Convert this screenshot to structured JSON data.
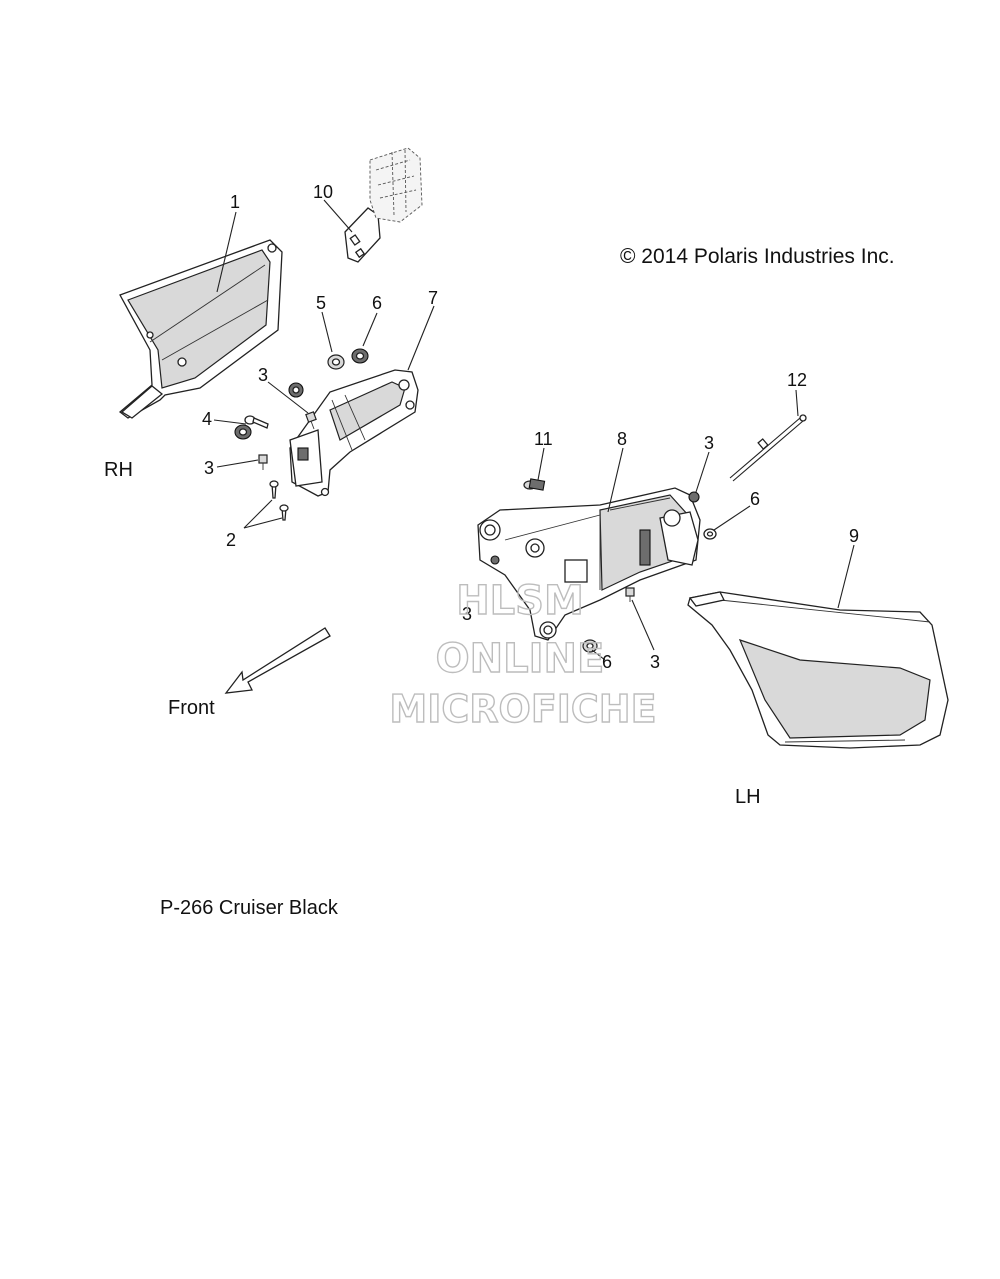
{
  "copyright": "© 2014 Polaris Industries Inc.",
  "side_labels": {
    "right": "RH",
    "left": "LH"
  },
  "direction_label": "Front",
  "footer": "P-266  Cruiser Black",
  "watermark": [
    "HLSM",
    "ONLINE",
    "MICROFICHE"
  ],
  "callouts": [
    "1",
    "10",
    "5",
    "6",
    "7",
    "3",
    "4",
    "3",
    "2",
    "11",
    "8",
    "3",
    "12",
    "6",
    "9",
    "3",
    "3",
    "6"
  ]
}
